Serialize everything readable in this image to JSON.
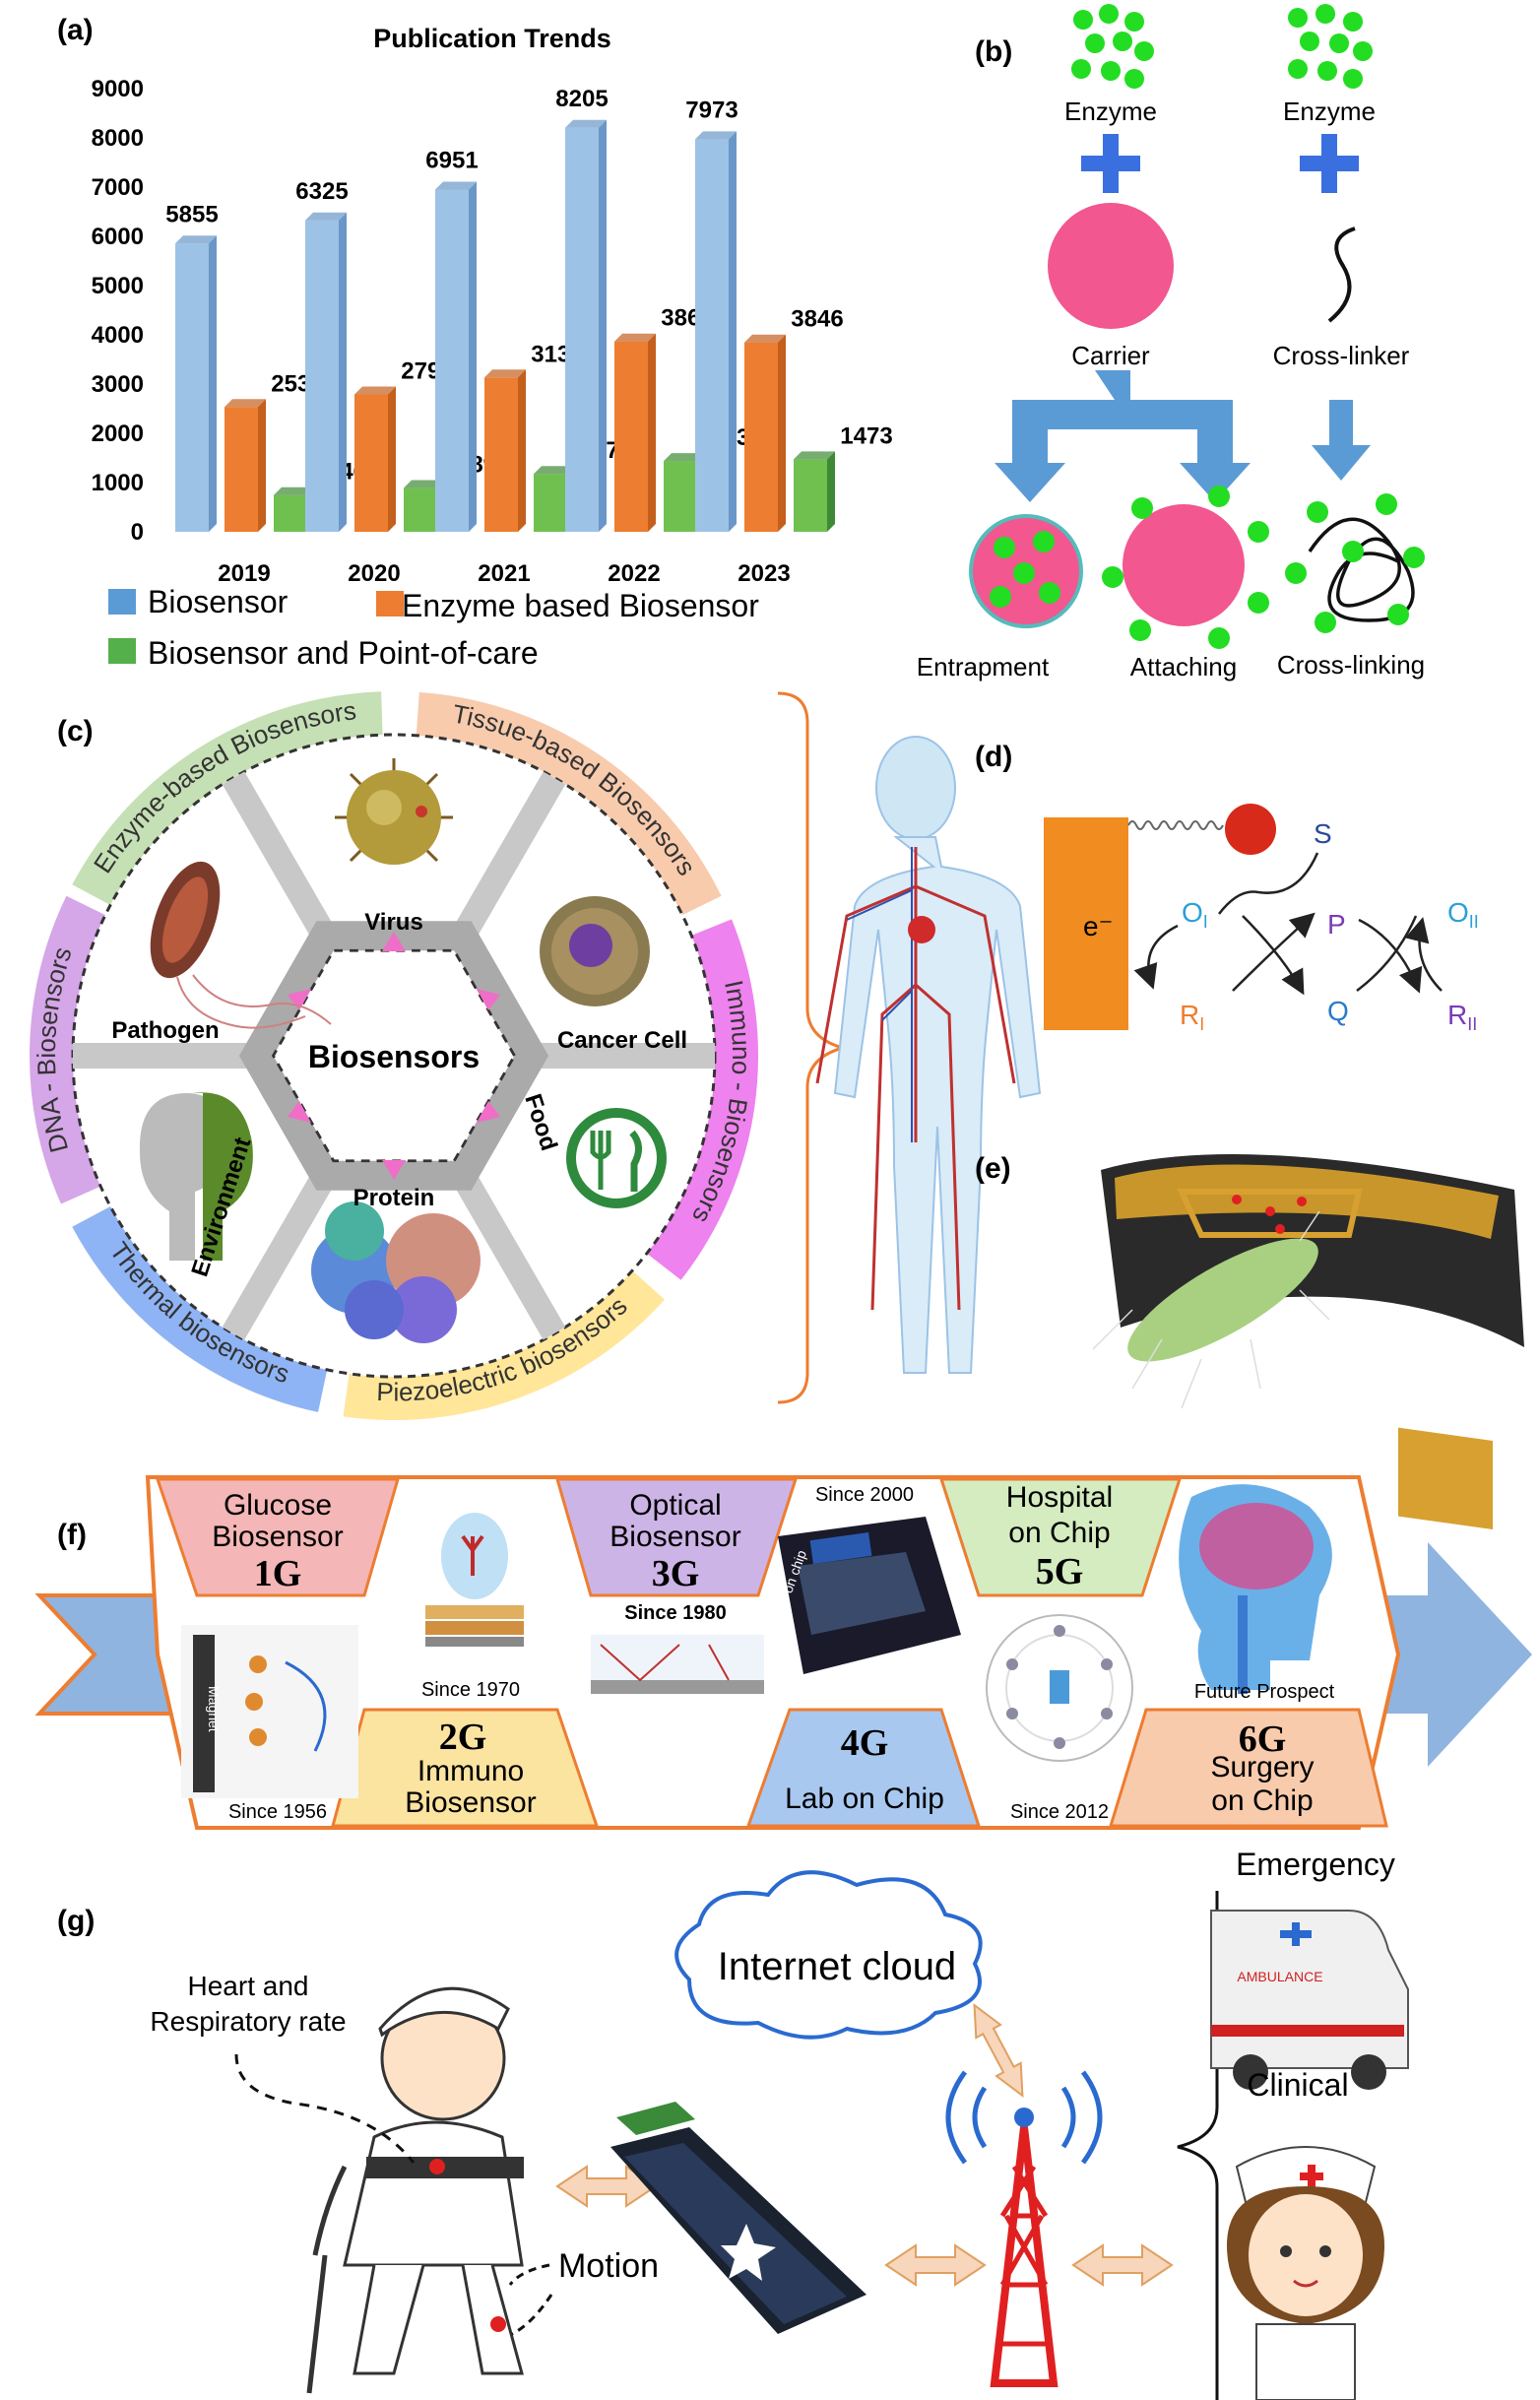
{
  "panels": {
    "a": "(a)",
    "b": "(b)",
    "c": "(c)",
    "d": "(d)",
    "e": "(e)",
    "f": "(f)",
    "g": "(g)"
  },
  "chart_data": {
    "type": "bar",
    "title": "Publication Trends",
    "categories": [
      "2019",
      "2020",
      "2021",
      "2022",
      "2023"
    ],
    "series": [
      {
        "name": "Biosensor",
        "values": [
          5855,
          6325,
          6951,
          8205,
          7973
        ],
        "color": "#9cc3e6"
      },
      {
        "name": "Enzyme based Biosensor",
        "values": [
          2535,
          2790,
          3134,
          3866,
          3846
        ],
        "color": "#ed7d31"
      },
      {
        "name": "Biosensor and Point-of-care",
        "values": [
          746,
          889,
          1176,
          1438,
          1473
        ],
        "color": "#70c050"
      }
    ],
    "yticks": [
      0,
      1000,
      2000,
      3000,
      4000,
      5000,
      6000,
      7000,
      8000,
      9000
    ],
    "ylim": [
      0,
      9000
    ]
  },
  "panel_b": {
    "enzyme_left": "Enzyme",
    "enzyme_right": "Enzyme",
    "carrier": "Carrier",
    "cross_linker": "Cross-linker",
    "entrapment": "Entrapment",
    "attaching": "Attaching",
    "cross_linking": "Cross-linking"
  },
  "panel_c": {
    "center": "Biosensors",
    "outer": [
      "Enzyme-based Biosensors",
      "Tissue-based Biosensors",
      "Immuno - Biosensors",
      "Piezoelectric biosensors",
      "Thermal biosensors",
      "DNA - Biosensors"
    ],
    "inner": {
      "virus": "Virus",
      "pathogen": "Pathogen",
      "cancer": "Cancer Cell",
      "environment": "Environment",
      "protein": "Protein",
      "food": "Food"
    }
  },
  "panel_d": {
    "e": "e⁻",
    "s": "S",
    "o1": "O",
    "o1sub": "I",
    "p": "P",
    "o2": "O",
    "o2sub": "II",
    "r1": "R",
    "r1sub": "I",
    "q": "Q",
    "r2": "R",
    "r2sub": "II"
  },
  "panel_f": {
    "g1": {
      "name": "Glucose Biosensor",
      "gen": "1G",
      "since": "Since 1956"
    },
    "g2": {
      "name": "Immuno Biosensor",
      "gen": "2G",
      "since": "Since 1970"
    },
    "g3": {
      "name": "Optical Biosensor",
      "gen": "3G",
      "since": "Since 1980"
    },
    "g4": {
      "name": "Lab on Chip",
      "gen": "4G",
      "since": "Since 2000"
    },
    "g5": {
      "name": "Hospital on Chip",
      "gen": "5G",
      "since": "Since 2012"
    },
    "g6": {
      "name": "Surgery on Chip",
      "gen": "6G",
      "since": "Future Prospect"
    },
    "magnet": "Magnet",
    "lab_label": "lab on chip"
  },
  "panel_g": {
    "emergency": "Emergency",
    "clinical": "Clinical",
    "cloud": "Internet cloud",
    "heart": "Heart and",
    "respiratory": "Respiratory rate",
    "motion": "Motion",
    "ambulance": "AMBULANCE"
  }
}
